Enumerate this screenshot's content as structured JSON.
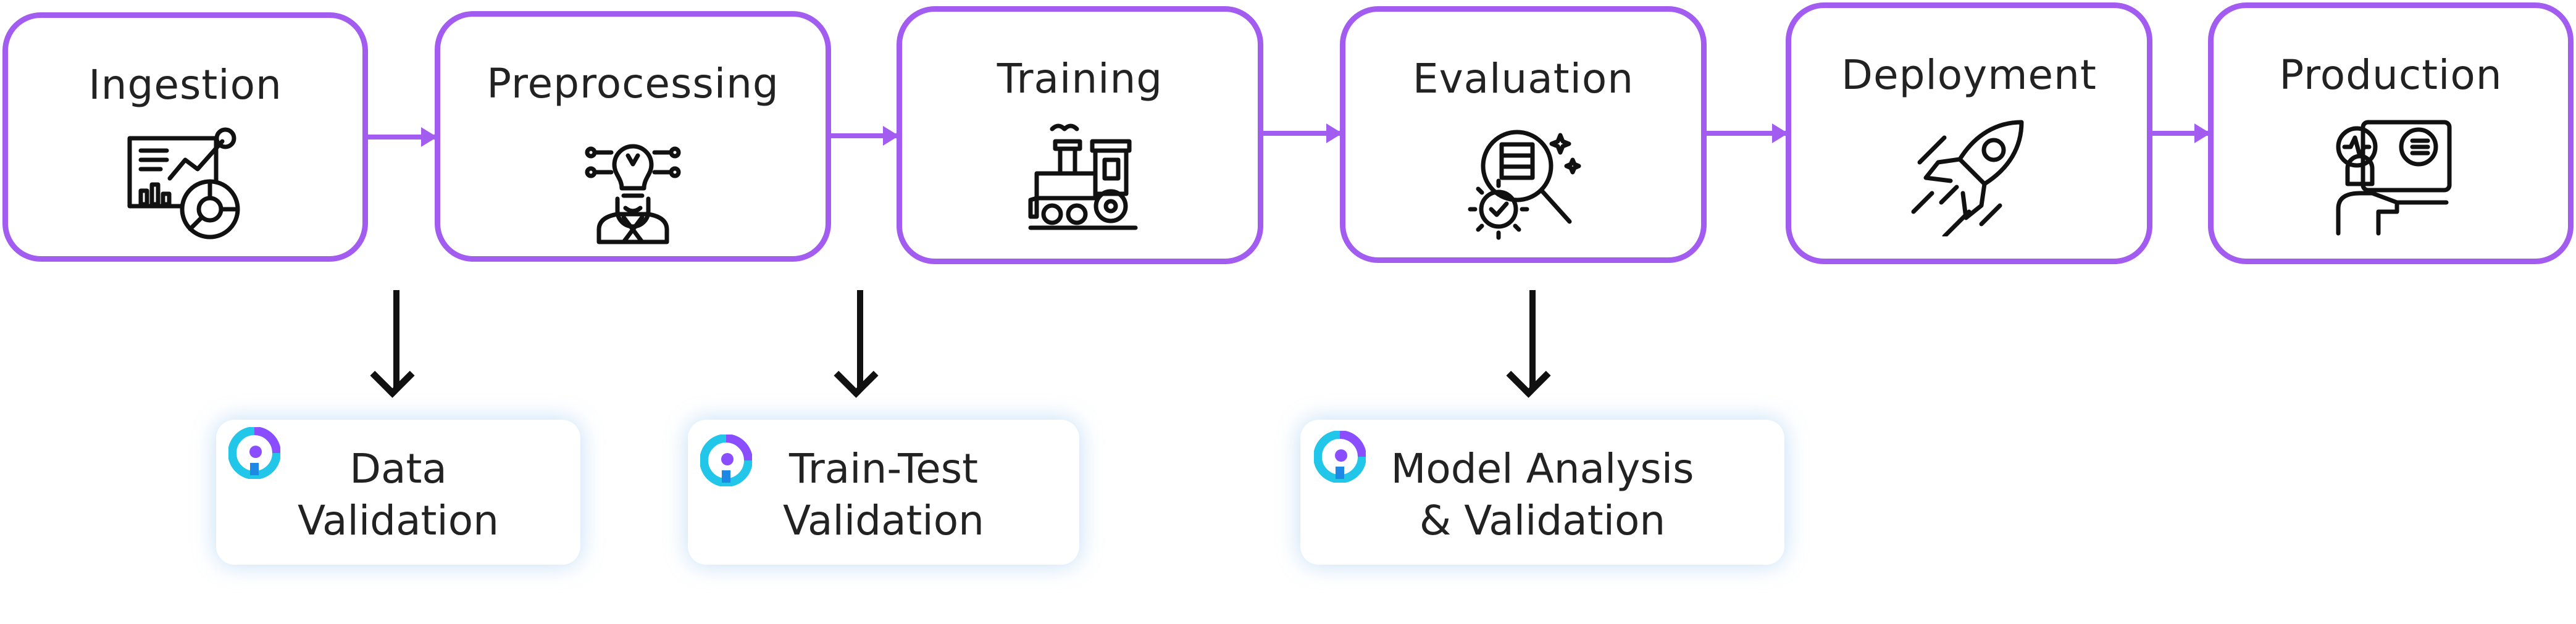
{
  "stages": [
    {
      "label": "Ingestion",
      "icon": "data-analytics-icon"
    },
    {
      "label": "Preprocessing",
      "icon": "lightbulb-person-icon"
    },
    {
      "label": "Training",
      "icon": "train-locomotive-icon"
    },
    {
      "label": "Evaluation",
      "icon": "magnifier-gear-icon"
    },
    {
      "label": "Deployment",
      "icon": "rocket-icon"
    },
    {
      "label": "Production",
      "icon": "monitoring-person-icon"
    }
  ],
  "checks": [
    {
      "line1": "Data",
      "line2": "Validation",
      "icon": "deepchecks-logo-icon"
    },
    {
      "line1": "Train-Test",
      "line2": "Validation",
      "icon": "deepchecks-logo-icon"
    },
    {
      "line1": "Model Analysis",
      "line2": "& Validation",
      "icon": "deepchecks-logo-icon"
    }
  ],
  "colors": {
    "stage_border": "#a35cf0",
    "arrow": "#111111",
    "card_glow": "#78b4eb",
    "logo_cyan": "#22c6e8",
    "logo_purple": "#8a4dff"
  }
}
